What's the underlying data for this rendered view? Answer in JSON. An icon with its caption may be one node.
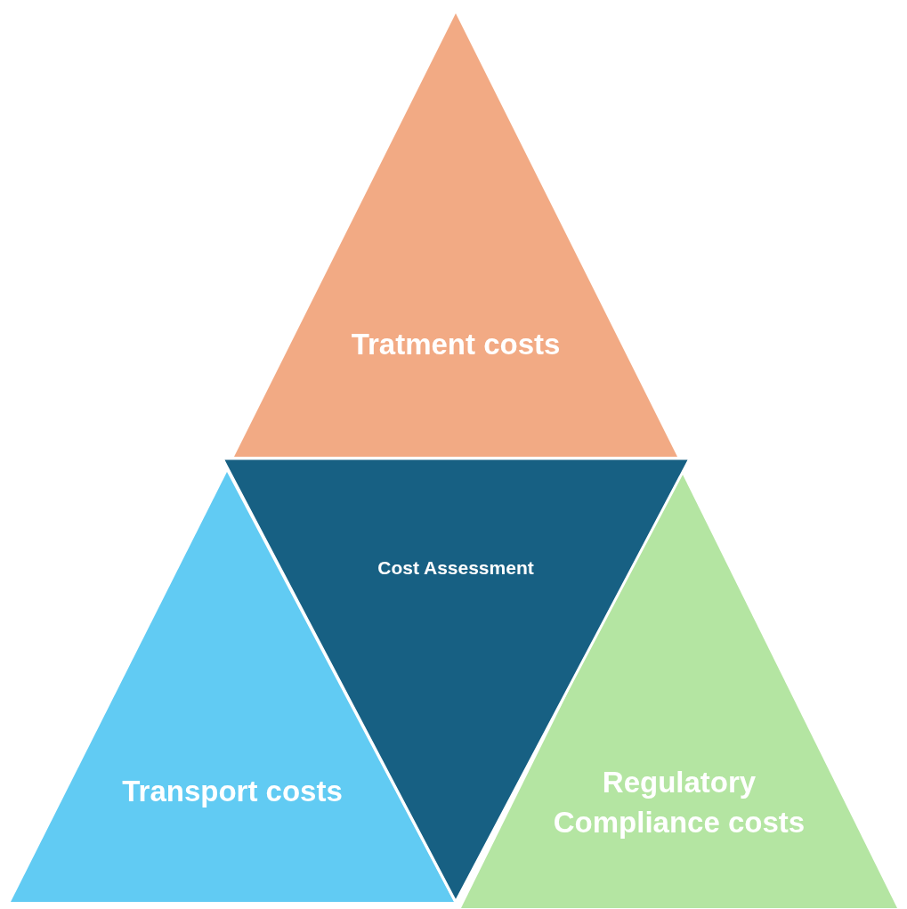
{
  "diagram": {
    "nodes": [
      {
        "text": [
          "Tratment costs"
        ]
      },
      {
        "text": [
          "Transport costs"
        ]
      },
      {
        "text": [
          "Regulatory Compliance costs"
        ]
      },
      {
        "text": [
          "Cost Assessment"
        ]
      }
    ]
  }
}
